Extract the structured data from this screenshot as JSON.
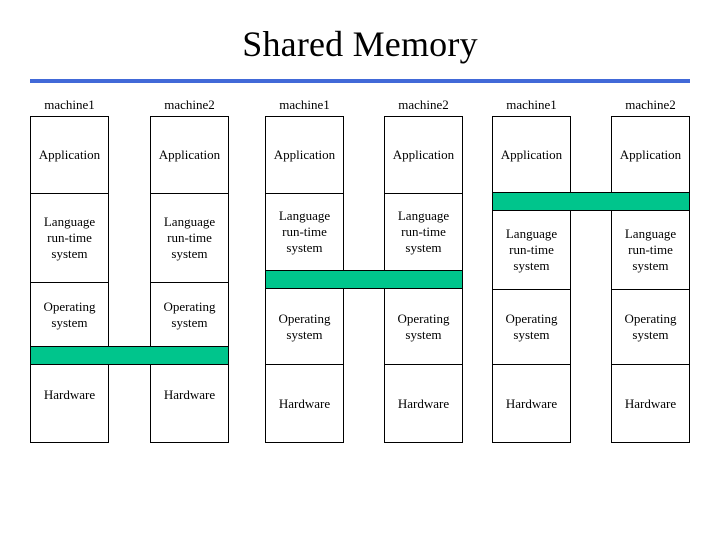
{
  "slide": {
    "title": "Shared Memory",
    "rule_color": "#4169d8",
    "background": "#ffffff"
  },
  "diagram": {
    "shared_bar_color": "#00c58c",
    "box_border_color": "#000000",
    "layer_names": [
      "Application",
      "Language run-time system",
      "Operating system",
      "Hardware"
    ],
    "groups": [
      {
        "id": "group-1",
        "shared_level": "between-operating-system-and-hardware",
        "columns": [
          {
            "header": "machine1",
            "layers": [
              "Application",
              "Language\nrun-time\nsystem",
              "Operating\nsystem",
              "Hardware"
            ]
          },
          {
            "header": "machine2",
            "layers": [
              "Application",
              "Language\nrun-time\nsystem",
              "Operating\nsystem",
              "Hardware"
            ]
          }
        ]
      },
      {
        "id": "group-2",
        "shared_level": "between-language-runtime-and-operating-system",
        "columns": [
          {
            "header": "machine1",
            "layers": [
              "Application",
              "Language\nrun-time\nsystem",
              "Operating\nsystem",
              "Hardware"
            ]
          },
          {
            "header": "machine2",
            "layers": [
              "Application",
              "Language\nrun-time\nsystem",
              "Operating\nsystem",
              "Hardware"
            ]
          }
        ]
      },
      {
        "id": "group-3",
        "shared_level": "between-application-and-language-runtime",
        "columns": [
          {
            "header": "machine1",
            "layers": [
              "Application",
              "Language\nrun-time\nsystem",
              "Operating\nsystem",
              "Hardware"
            ]
          },
          {
            "header": "machine2",
            "layers": [
              "Application",
              "Language\nrun-time\nsystem",
              "Operating\nsystem",
              "Hardware"
            ]
          }
        ]
      }
    ]
  }
}
